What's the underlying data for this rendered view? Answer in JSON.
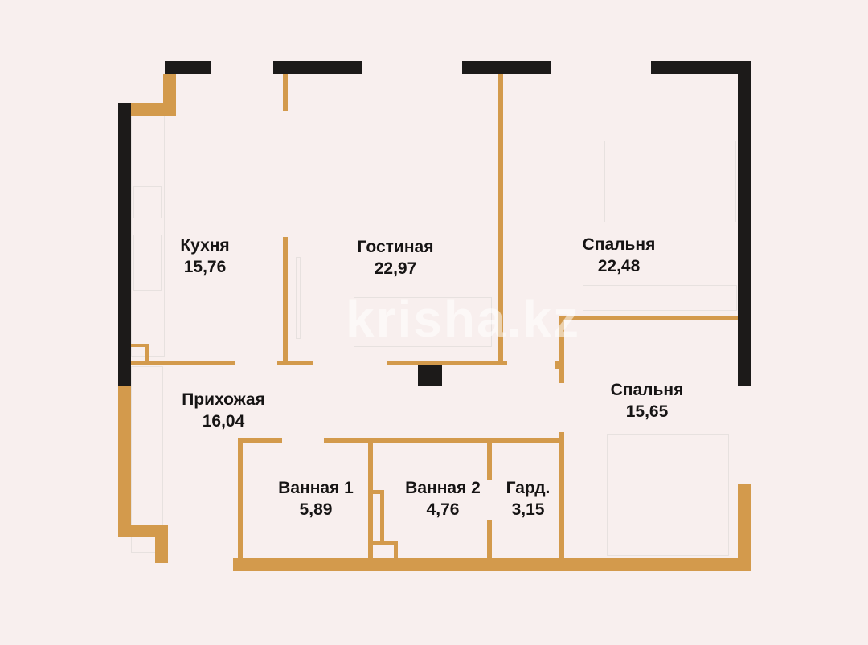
{
  "plan": {
    "type": "apartment-floor-plan",
    "colors": {
      "background": "#f8efee",
      "exterior_wall": "#1c1a19",
      "interior_wall": "#d39a4c",
      "text": "#161414"
    },
    "watermark": "krisha.kz",
    "rooms": [
      {
        "id": "kitchen",
        "name": "Кухня",
        "area": "15,76"
      },
      {
        "id": "living",
        "name": "Гостиная",
        "area": "22,97"
      },
      {
        "id": "bedroom1",
        "name": "Спальня",
        "area": "22,48"
      },
      {
        "id": "hallway",
        "name": "Прихожая",
        "area": "16,04"
      },
      {
        "id": "bedroom2",
        "name": "Спальня",
        "area": "15,65"
      },
      {
        "id": "bath1",
        "name": "Ванная 1",
        "area": "5,89"
      },
      {
        "id": "bath2",
        "name": "Ванная 2",
        "area": "4,76"
      },
      {
        "id": "wardrobe",
        "name": "Гард.",
        "area": "3,15"
      }
    ]
  }
}
